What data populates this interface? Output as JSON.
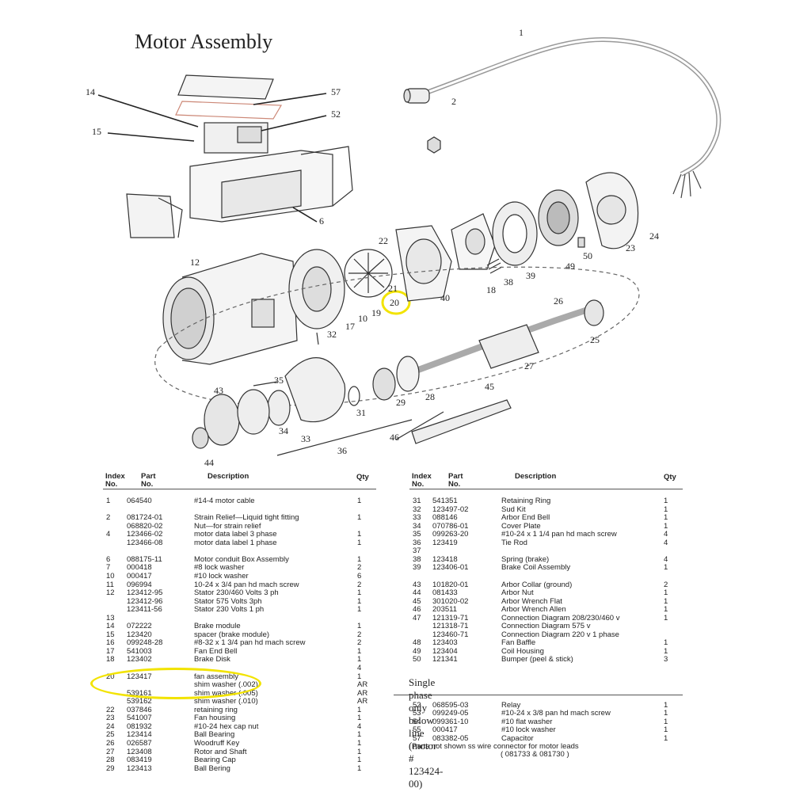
{
  "title": "Motor Assembly",
  "callouts": [
    "1",
    "2",
    "14",
    "57",
    "52",
    "15",
    "6",
    "12",
    "22",
    "20",
    "40",
    "18",
    "38",
    "39",
    "49",
    "50",
    "23",
    "24",
    "21",
    "19",
    "10",
    "17",
    "26",
    "25",
    "32",
    "27",
    "35",
    "43",
    "31",
    "29",
    "28",
    "45",
    "33",
    "34",
    "36",
    "46",
    "44"
  ],
  "highlight_color": "#f2e300",
  "table_headers": {
    "index": "Index\nNo.",
    "part": "Part\nNo.",
    "description": "Description",
    "qty": "Qty"
  },
  "left_table": [
    {
      "index": "1",
      "part": "064540",
      "desc": "#14-4 motor cable",
      "qty": "1"
    },
    {
      "index": "",
      "part": "",
      "desc": "",
      "qty": ""
    },
    {
      "index": "2",
      "part": "081724-01",
      "desc": "Strain Relief—Liquid tight fitting",
      "qty": "1"
    },
    {
      "index": "",
      "part": "068820-02",
      "desc": "Nut—for strain relief",
      "qty": ""
    },
    {
      "index": "4",
      "part": "123466-02",
      "desc": "motor data label 3 phase",
      "qty": "1"
    },
    {
      "index": "",
      "part": "123466-08",
      "desc": "motor data label 1 phase",
      "qty": "1"
    },
    {
      "index": "",
      "part": "",
      "desc": "",
      "qty": ""
    },
    {
      "index": "6",
      "part": "088175-11",
      "desc": "Motor conduit Box Assembly",
      "qty": "1"
    },
    {
      "index": "7",
      "part": "000418",
      "desc": "#8 lock washer",
      "qty": "2"
    },
    {
      "index": "10",
      "part": "000417",
      "desc": "#10 lock washer",
      "qty": "6"
    },
    {
      "index": "11",
      "part": "096994",
      "desc": "10-24 x 3/4 pan hd mach screw",
      "qty": "2"
    },
    {
      "index": "12",
      "part": "123412-95",
      "desc": "Stator 230/460 Volts 3 ph",
      "qty": "1"
    },
    {
      "index": "",
      "part": "123412-96",
      "desc": "Stator 575 Volts 3ph",
      "qty": "1"
    },
    {
      "index": "",
      "part": "123411-56",
      "desc": "Stator 230 Volts 1 ph",
      "qty": "1"
    },
    {
      "index": "13",
      "part": "",
      "desc": "",
      "qty": ""
    },
    {
      "index": "14",
      "part": "072222",
      "desc": "Brake module",
      "qty": "1"
    },
    {
      "index": "15",
      "part": "123420",
      "desc": "spacer (brake module)",
      "qty": "2"
    },
    {
      "index": "16",
      "part": "099248-28",
      "desc": "#8-32 x 1 3/4 pan hd mach screw",
      "qty": "2"
    },
    {
      "index": "17",
      "part": "541003",
      "desc": "Fan End Bell",
      "qty": "1"
    },
    {
      "index": "18",
      "part": "123402",
      "desc": "Brake Disk",
      "qty": "1"
    },
    {
      "index": "",
      "part": "",
      "desc": "",
      "qty": "4"
    },
    {
      "index": "20",
      "part": "123417",
      "desc": "fan assembly",
      "qty": "1"
    },
    {
      "index": "",
      "part": "",
      "desc": "shim washer (.002)",
      "qty": "AR"
    },
    {
      "index": "",
      "part": "539161",
      "desc": "shim washer (.005)",
      "qty": "AR"
    },
    {
      "index": "",
      "part": "539162",
      "desc": "shim washer (.010)",
      "qty": "AR"
    },
    {
      "index": "22",
      "part": "037846",
      "desc": "retaining ring",
      "qty": "1"
    },
    {
      "index": "23",
      "part": "541007",
      "desc": "Fan housing",
      "qty": "1"
    },
    {
      "index": "24",
      "part": "081932",
      "desc": "#10-24 hex cap nut",
      "qty": "4"
    },
    {
      "index": "25",
      "part": "123414",
      "desc": "Ball Bearing",
      "qty": "1"
    },
    {
      "index": "26",
      "part": "026587",
      "desc": "Woodruff Key",
      "qty": "1"
    },
    {
      "index": "27",
      "part": "123408",
      "desc": "Rotor and Shaft",
      "qty": "1"
    },
    {
      "index": "28",
      "part": "083419",
      "desc": "Bearing Cap",
      "qty": "1"
    },
    {
      "index": "29",
      "part": "123413",
      "desc": "Ball Bering",
      "qty": "1"
    }
  ],
  "right_table": [
    {
      "index": "31",
      "part": "541351",
      "desc": "Retaining Ring",
      "qty": "1"
    },
    {
      "index": "32",
      "part": "123497-02",
      "desc": "Sud Kit",
      "qty": "1"
    },
    {
      "index": "33",
      "part": "088146",
      "desc": "Arbor End Bell",
      "qty": "1"
    },
    {
      "index": "34",
      "part": "070786-01",
      "desc": "Cover Plate",
      "qty": "1"
    },
    {
      "index": "35",
      "part": "099263-20",
      "desc": "#10-24 x 1 1/4 pan hd mach screw",
      "qty": "4"
    },
    {
      "index": "36",
      "part": "123419",
      "desc": "Tie Rod",
      "qty": "4"
    },
    {
      "index": "37",
      "part": "",
      "desc": "",
      "qty": ""
    },
    {
      "index": "38",
      "part": "123418",
      "desc": "Spring (brake)",
      "qty": "4"
    },
    {
      "index": "39",
      "part": "123406-01",
      "desc": "Brake Coil Assembly",
      "qty": "1"
    },
    {
      "index": "",
      "part": "",
      "desc": "",
      "qty": ""
    },
    {
      "index": "43",
      "part": "101820-01",
      "desc": "Arbor Collar (ground)",
      "qty": "2"
    },
    {
      "index": "44",
      "part": "081433",
      "desc": "Arbor Nut",
      "qty": "1"
    },
    {
      "index": "45",
      "part": "301020-02",
      "desc": "Arbor Wrench Flat",
      "qty": "1"
    },
    {
      "index": "46",
      "part": "203511",
      "desc": "Arbor Wrench Allen",
      "qty": "1"
    },
    {
      "index": "47",
      "part": "121319-71",
      "desc": "Connection Diagram 208/230/460 v",
      "qty": "1"
    },
    {
      "index": "",
      "part": "121318-71",
      "desc": "Connection Diagram 575 v",
      "qty": ""
    },
    {
      "index": "",
      "part": "123460-71",
      "desc": "Connection Diagram 220 v 1 phase",
      "qty": ""
    },
    {
      "index": "48",
      "part": "123403",
      "desc": "Fan Baffle",
      "qty": "1"
    },
    {
      "index": "49",
      "part": "123404",
      "desc": "Coil Housing",
      "qty": "1"
    },
    {
      "index": "50",
      "part": "121341",
      "desc": "Bumper (peel & stick)",
      "qty": "3"
    }
  ],
  "single_phase_note": "Single phase only below line (motor # 123424-00)",
  "right_table_2": [
    {
      "index": "52",
      "part": "068595-03",
      "desc": "Relay",
      "qty": "1"
    },
    {
      "index": "53",
      "part": "099249-05",
      "desc": "#10-24 x 3/8 pan hd mach screw",
      "qty": "1"
    },
    {
      "index": "54",
      "part": "099361-10",
      "desc": "#10 flat washer",
      "qty": "1"
    },
    {
      "index": "55",
      "part": "000417",
      "desc": "#10 lock washer",
      "qty": "1"
    },
    {
      "index": "57",
      "part": "083382-05",
      "desc": "Capacitor",
      "qty": "1"
    }
  ],
  "parts_not_shown": "Parts not shown  ss wire connector for motor leads",
  "parts_not_shown_2": "( 081733 & 081730 )"
}
